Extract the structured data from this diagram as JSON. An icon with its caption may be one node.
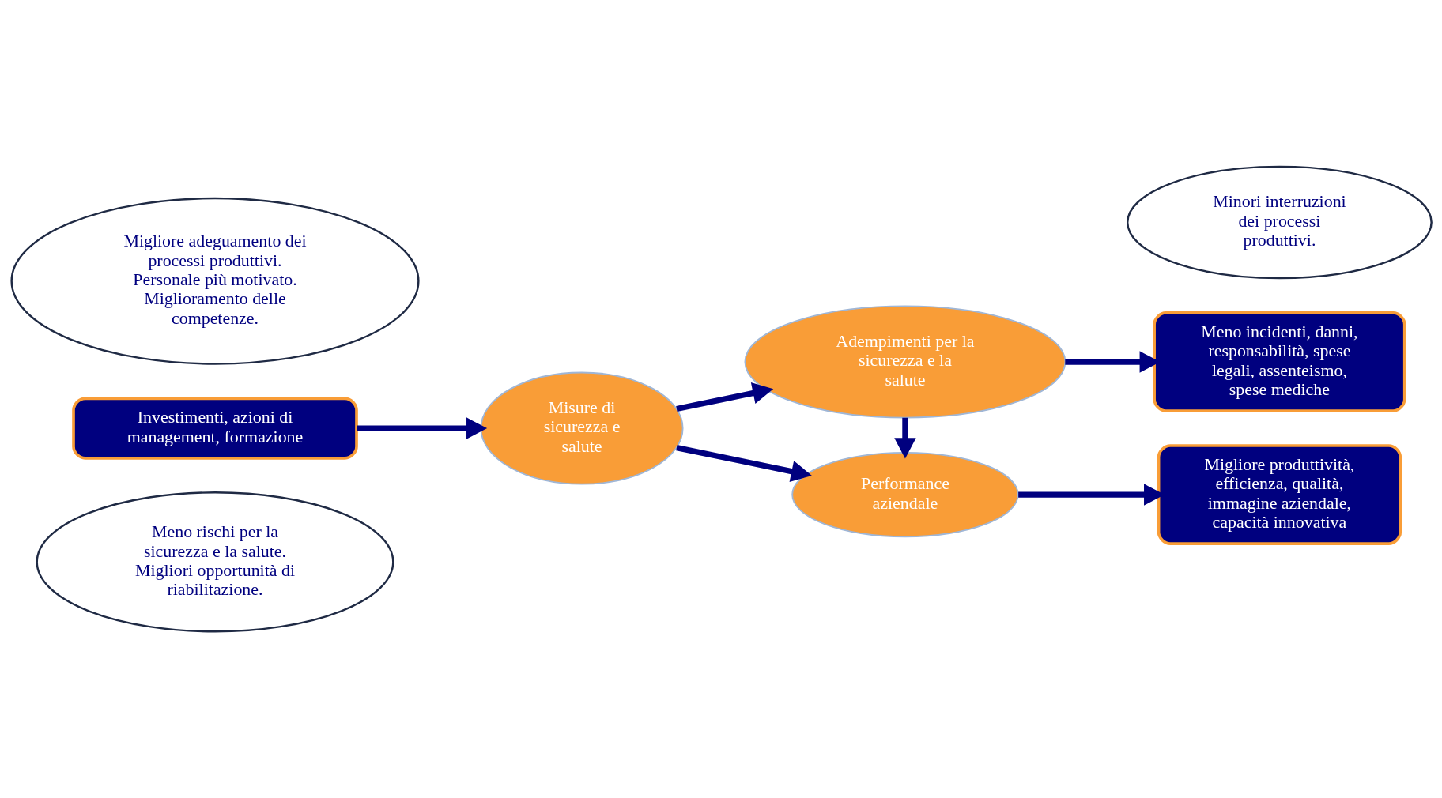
{
  "diagram": {
    "nodes": [
      {
        "text": [
          "Meno rischi per la sicurezza e la salute. Migliori opportunità di riabilitazione."
        ]
      },
      {
        "text": [
          "Adempimenti per la sicurezza e la salute"
        ]
      },
      {
        "text": [
          "Meno incidenti, danni, responsabilità, spese legali, assenteismo, spese mediche"
        ]
      },
      {
        "text": [
          "Investimenti, azioni di management, formazione"
        ]
      },
      {
        "text": [
          "Misure di sicurezza e salute"
        ]
      },
      {
        "text": [
          "Minori interruzioni dei processi produttivi."
        ]
      },
      {
        "text": [
          "Migliore adeguamento dei processi produttivi. Personale più motivato. Miglioramento delle competenze."
        ]
      },
      {
        "text": [
          "Performance aziendale"
        ]
      },
      {
        "text": [
          "Migliore produttività, efficienza, qualità, immagine aziendale, capacità innovativa"
        ]
      }
    ],
    "edges": [
      {
        "from": 3,
        "to": 4,
        "arrow": "to"
      },
      {
        "from": 4,
        "to": 1,
        "arrow": "to"
      },
      {
        "from": 1,
        "to": 2,
        "arrow": "to"
      },
      {
        "from": 1,
        "to": 7,
        "arrow": "to"
      },
      {
        "from": 4,
        "to": 7,
        "arrow": "to"
      },
      {
        "from": 7,
        "to": 8,
        "arrow": "to"
      }
    ]
  }
}
